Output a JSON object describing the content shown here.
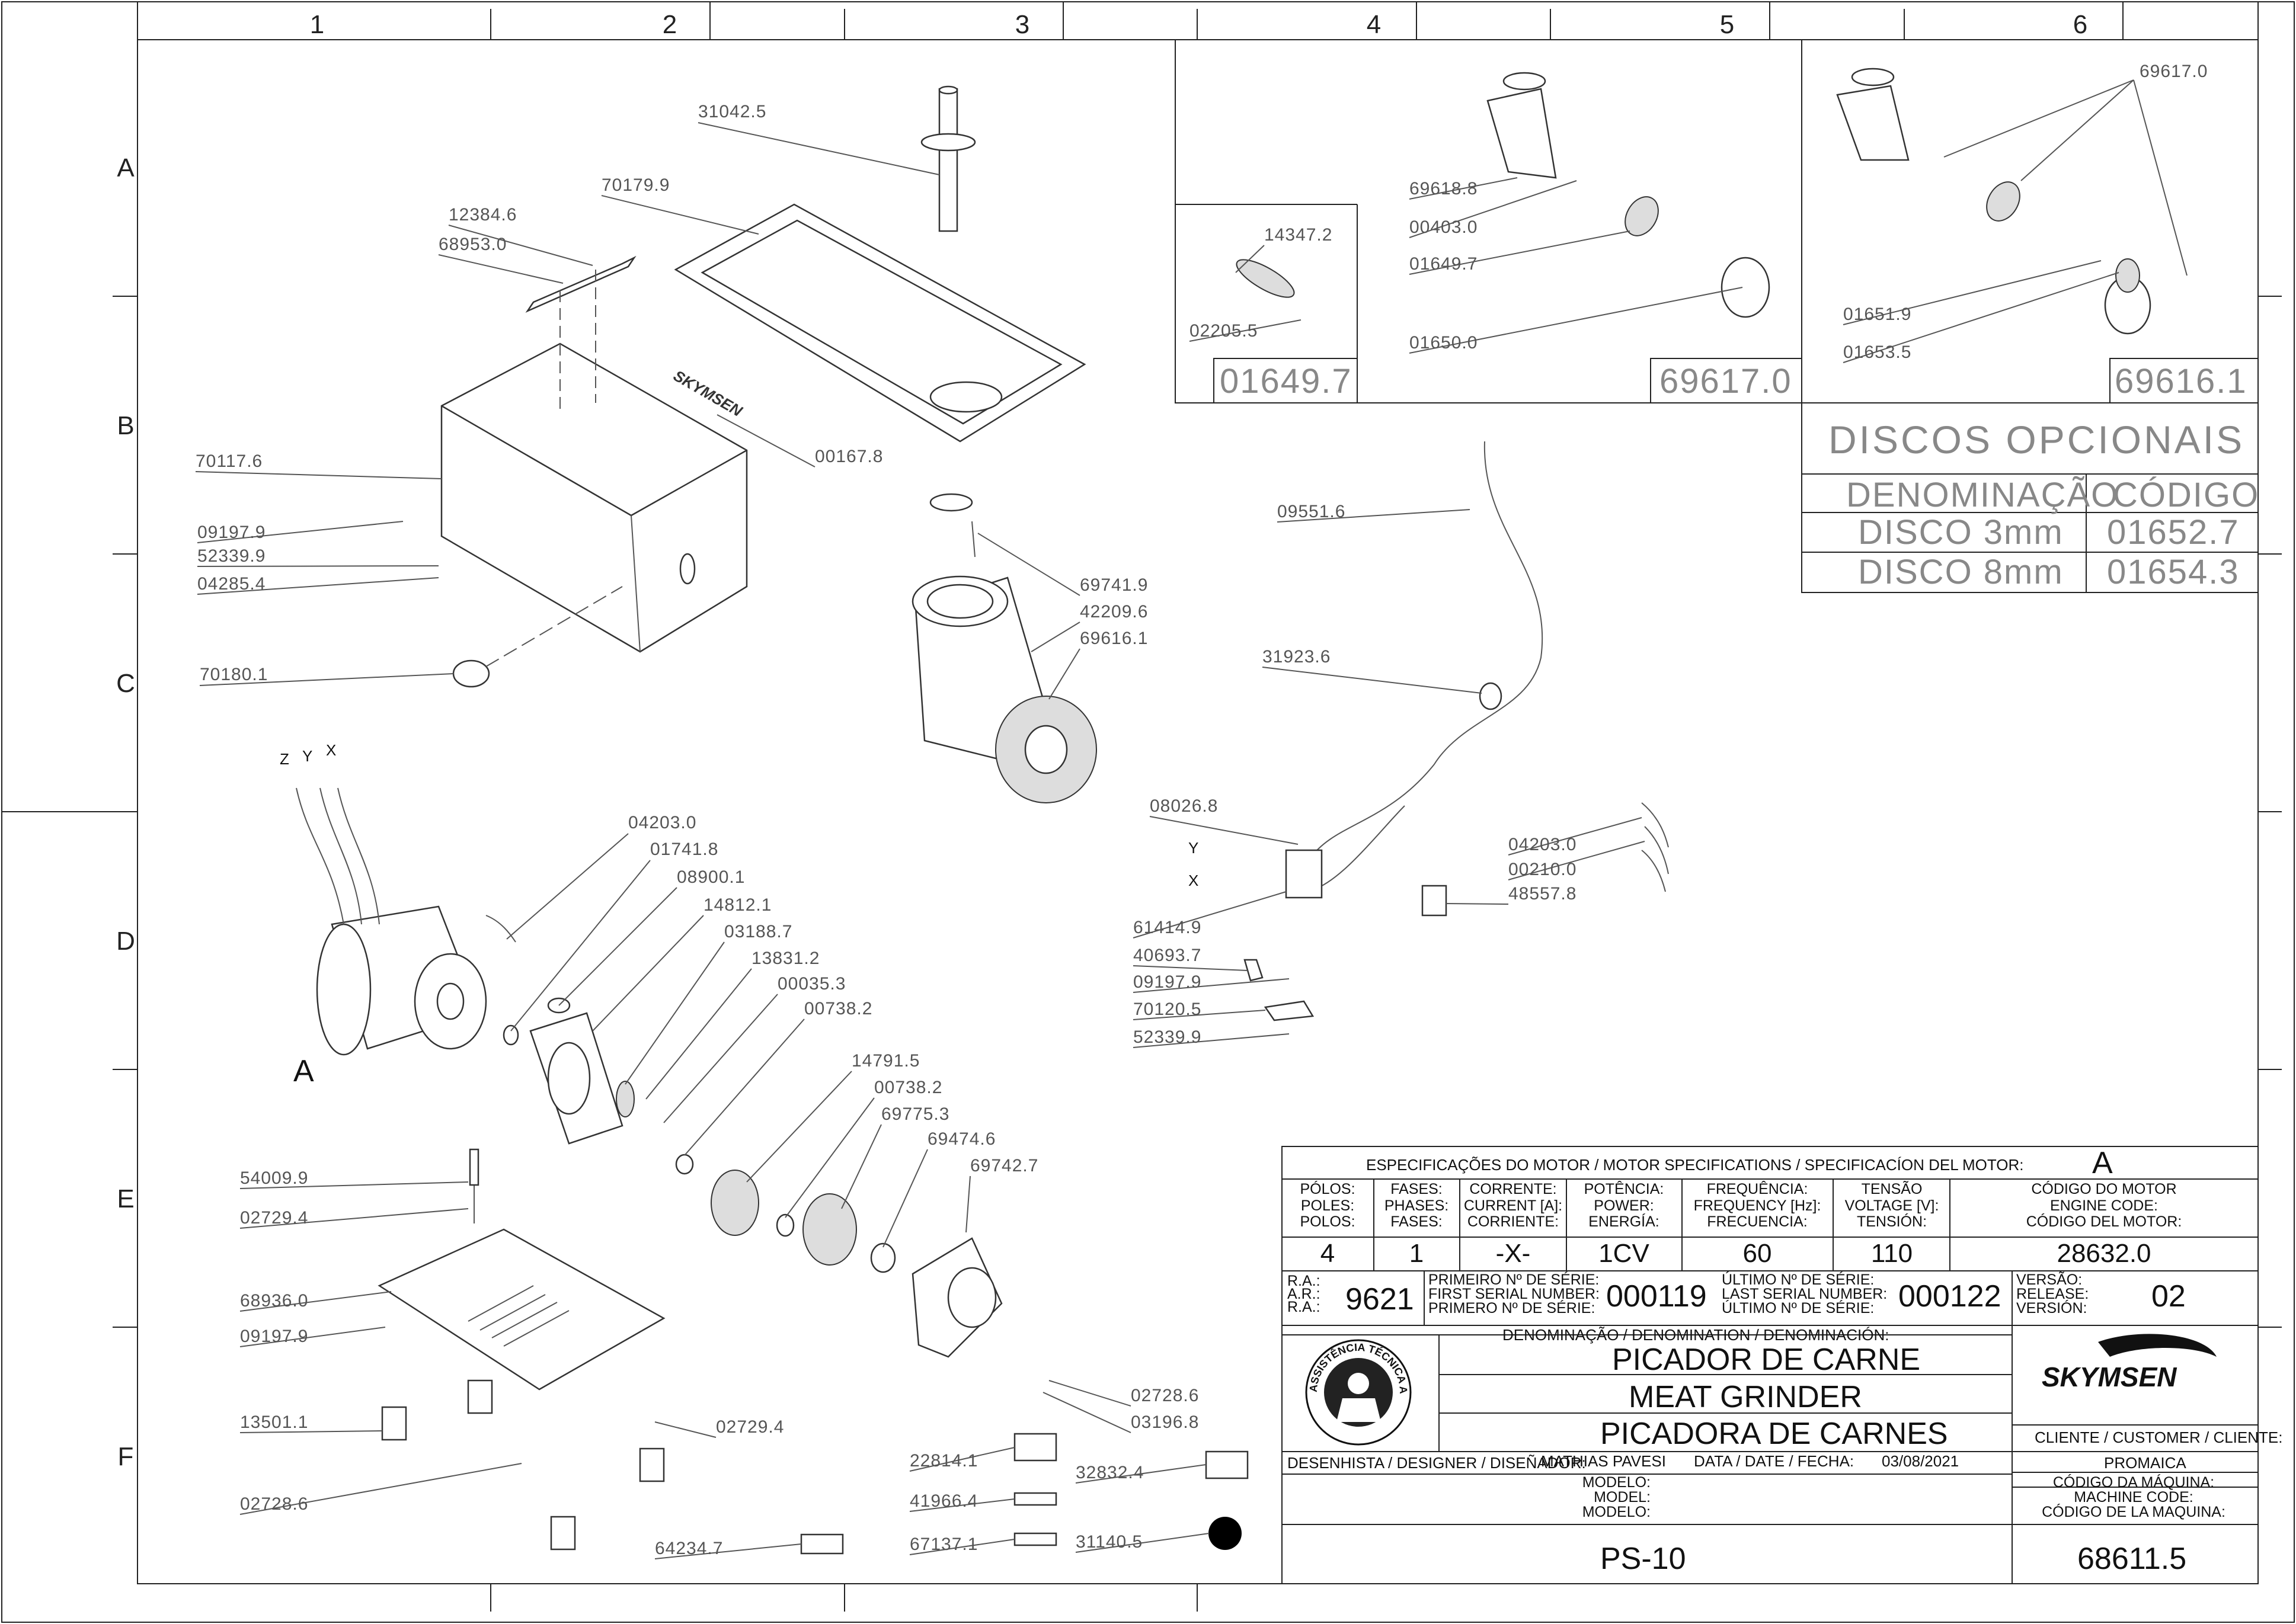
{
  "grid": {
    "columns": [
      "1",
      "2",
      "3",
      "4",
      "5",
      "6"
    ],
    "rows": [
      "A",
      "B",
      "C",
      "D",
      "E",
      "F"
    ]
  },
  "callouts": {
    "c31042_5": "31042.5",
    "c70179_9": "70179.9",
    "c12384_6": "12384.6",
    "c68953_0": "68953.0",
    "c70117_6": "70117.6",
    "c09197_9a": "09197.9",
    "c52339_9a": "52339.9",
    "c04285_4": "04285.4",
    "c00167_8": "00167.8",
    "c69741_9": "69741.9",
    "c42209_6": "42209.6",
    "c69616_1": "69616.1",
    "c70180_1": "70180.1",
    "c04203_0a": "04203.0",
    "c01741_8": "01741.8",
    "c08900_1": "08900.1",
    "c14812_1": "14812.1",
    "c03188_7": "03188.7",
    "c13831_2": "13831.2",
    "c00035_3": "00035.3",
    "c00738_2a": "00738.2",
    "c14791_5": "14791.5",
    "c00738_2b": "00738.2",
    "c69775_3": "69775.3",
    "c69474_6": "69474.6",
    "c69742_7": "69742.7",
    "c54009_9": "54009.9",
    "c02729_4a": "02729.4",
    "c68936_0": "68936.0",
    "c09197_9b": "09197.9",
    "c13501_1": "13501.1",
    "c02729_4b": "02729.4",
    "c02728_6a": "02728.6",
    "c02728_6b": "02728.6",
    "c03196_8": "03196.8",
    "c22814_1": "22814.1",
    "c41966_4": "41966.4",
    "c67137_1": "67137.1",
    "c64234_7": "64234.7",
    "c32832_4": "32832.4",
    "c31140_5": "31140.5",
    "c09551_6": "09551.6",
    "c31923_6": "31923.6",
    "c08026_8": "08026.8",
    "c04203_0b": "04203.0",
    "c00210_0": "00210.0",
    "c48557_8": "48557.8",
    "c61414_9": "61414.9",
    "c40693_7": "40693.7",
    "c09197_9c": "09197.9",
    "c70120_5": "70120.5",
    "c52339_9b": "52339.9",
    "c14347_2": "14347.2",
    "c02205_5": "02205.5",
    "c69618_8": "69618.8",
    "c00403_0": "00403.0",
    "c01649_7": "01649.7",
    "c01650_0": "01650.0",
    "c69617_0": "69617.0",
    "c01651_9": "01651.9",
    "c01653_5": "01653.5",
    "wireZ": "Z",
    "wireY": "Y",
    "wireX": "X",
    "wireY2": "Y",
    "wireX2": "X",
    "viewA": "A",
    "logoSkymsen": "SKYMSEN"
  },
  "optional_discs": {
    "box1": "01649.7",
    "box2": "69617.0",
    "box3": "69616.1",
    "title": "DISCOS OPCIONAIS",
    "col_name": "DENOMINAÇÃO",
    "col_code": "CÓDIGO",
    "rows": [
      {
        "name": "DISCO 3mm",
        "code": "01652.7"
      },
      {
        "name": "DISCO 8mm",
        "code": "01654.3"
      }
    ]
  },
  "motor_spec": {
    "heading": "ESPECIFICAÇÕES DO MOTOR / MOTOR SPECIFICATIONS / SPECIFICACÍON DEL MOTOR:",
    "heading_value": "A",
    "headers": [
      [
        "PÓLOS:",
        "POLES:",
        "POLOS:"
      ],
      [
        "FASES:",
        "PHASES:",
        "FASES:"
      ],
      [
        "CORRENTE:",
        "CURRENT [A]:",
        "CORRIENTE:"
      ],
      [
        "POTÊNCIA:",
        "POWER:",
        "ENERGÍA:"
      ],
      [
        "FREQUÊNCIA:",
        "FREQUENCY [Hz]:",
        "FRECUENCIA:"
      ],
      [
        "TENSÃO",
        "VOLTAGE [V]:",
        "TENSIÓN:"
      ],
      [
        "CÓDIGO DO MOTOR",
        "ENGINE CODE:",
        "CÓDIGO DEL MOTOR:"
      ]
    ],
    "values": [
      "4",
      "1",
      "-X-",
      "1CV",
      "60",
      "110",
      "28632.0"
    ]
  },
  "title_block": {
    "ra_label": [
      "R.A.:",
      "A.R.:",
      "R.A.:"
    ],
    "ra_value": "9621",
    "first_serial_label": [
      "PRIMEIRO Nº DE SÉRIE:",
      "FIRST SERIAL NUMBER:",
      "PRIMERO Nº DE SÉRIE:"
    ],
    "first_serial": "000119",
    "last_serial_label": [
      "ÚLTIMO Nº DE SÉRIE:",
      "LAST SERIAL NUMBER:",
      "ÚLTIMO Nº DE SÉRIE:"
    ],
    "last_serial": "000122",
    "version_label": [
      "VERSÃO:",
      "RELEASE:",
      "VERSIÓN:"
    ],
    "version": "02",
    "denomination_label": "DENOMINAÇÃO / DENOMINATION / DENOMINACIÓN:",
    "name_pt": "PICADOR DE CARNE",
    "name_en": "MEAT GRINDER",
    "name_es": "PICADORA DE CARNES",
    "brand": "SKYMSEN",
    "seal_text": "ASSISTÊNCIA TÉCNICA AUTORIZADA",
    "client_label": "CLIENTE / CUSTOMER / CLIENTE:",
    "client": "PROMAICA",
    "designer_label": "DESENHISTA / DESIGNER / DISEÑADOR:",
    "designer": "MATHIAS PAVESI",
    "date_label": "DATA / DATE / FECHA:",
    "date": "03/08/2021",
    "model_label": [
      "MODELO:",
      "MODEL:",
      "MODELO:"
    ],
    "model": "PS-10",
    "machine_code_label": [
      "CÓDIGO DA MÁQUINA:",
      "MACHINE CODE:",
      "CÓDIGO DE LA MAQUINA:"
    ],
    "machine_code": "68611.5"
  }
}
